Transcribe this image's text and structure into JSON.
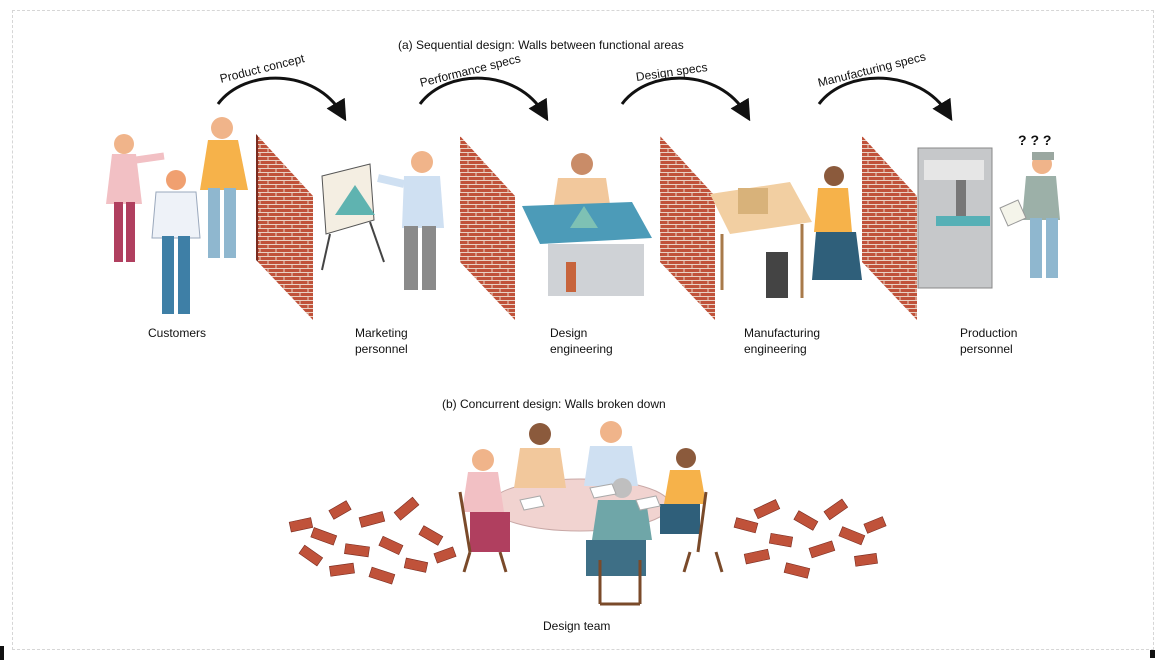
{
  "sequential": {
    "title": "(a)  Sequential design: Walls between functional areas",
    "handoffs": [
      "Product concept",
      "Performance specs",
      "Design specs",
      "Manufacturing specs"
    ],
    "roles": [
      "Customers",
      "Marketing\npersonnel",
      "Design\nengineering",
      "Manufacturing\nengineering",
      "Production\npersonnel"
    ],
    "confusion_text": "? ? ?"
  },
  "concurrent": {
    "title": "(b)  Concurrent design: Walls broken down",
    "team_label": "Design team"
  },
  "colors": {
    "brick": "#c0523a",
    "mortar": "#e9d2c4",
    "skin": "#f0b48a",
    "yellow_shirt": "#f6b24a",
    "pink_shirt": "#f2c0c4",
    "blue_shirt": "#cfe0f2",
    "table_blue": "#3f8aa8"
  }
}
